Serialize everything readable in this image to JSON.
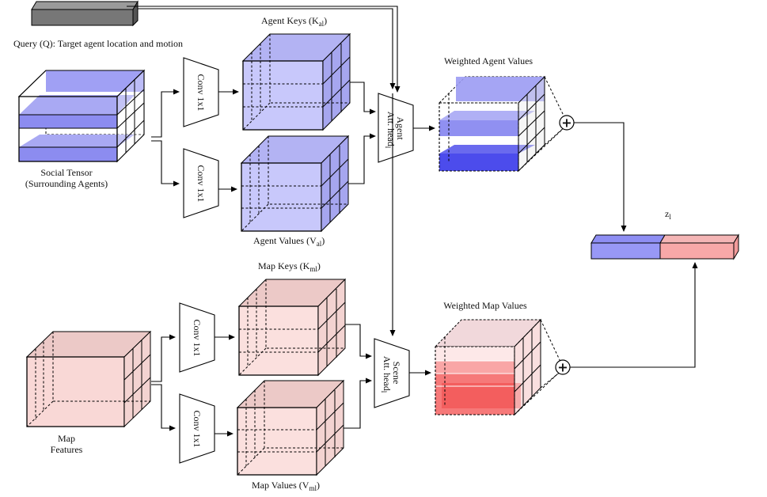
{
  "labels": {
    "query": "Query (Q): Target agent location and motion",
    "social_tensor_1": "Social Tensor",
    "social_tensor_2": "(Surrounding Agents)",
    "map_features_1": "Map",
    "map_features_2": "Features",
    "conv": "Conv 1x1",
    "agent_keys": "Agent Keys (K",
    "agent_keys_sub": "al",
    "agent_values": "Agent Values (V",
    "agent_values_sub": "al",
    "map_keys": "Map Keys (K",
    "map_keys_sub": "ml",
    "map_values": "Map Values (V",
    "map_values_sub": "ml",
    "agent_head_1": "Agent",
    "agent_head_2": "Att. head",
    "agent_head_sub": "l",
    "scene_head_1": "Scene",
    "scene_head_2": "Att. head",
    "scene_head_sub": "l",
    "weighted_agent": "Weighted Agent Values",
    "weighted_map": "Weighted Map Values",
    "output": "z",
    "output_sub": "l",
    "close_paren": ")",
    "plus": "+"
  },
  "colors": {
    "blue_front": "#c8c8fb",
    "blue_top": "#b3b3f3",
    "blue_side": "#a6a6ef",
    "blue_strong": "#5656ec",
    "blue_output": "#9898f6",
    "pink_front": "#fbe0de",
    "pink_top": "#ecc9c7",
    "pink_side": "#f3d3d1",
    "red_strong": "#f25656",
    "red_output": "#f8a8a8",
    "gray": "#777777"
  }
}
